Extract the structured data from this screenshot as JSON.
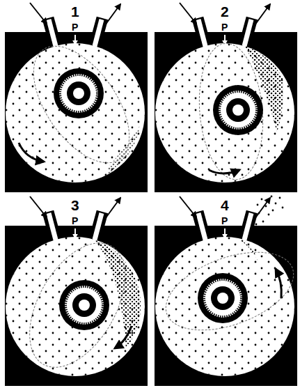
{
  "diagram": {
    "labels": [
      "1",
      "P",
      "2",
      "P",
      "3",
      "P",
      "4",
      "P"
    ]
  }
}
